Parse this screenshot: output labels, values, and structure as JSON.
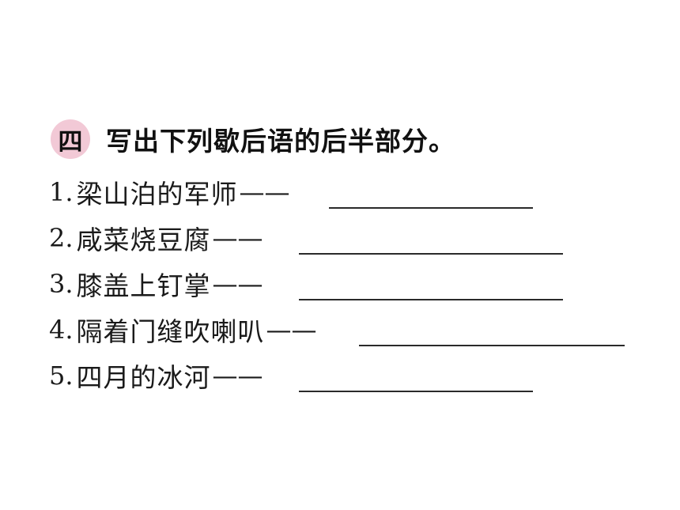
{
  "section": {
    "badge": "四",
    "instruction": "写出下列歇后语的后半部分。"
  },
  "items": [
    {
      "num": "1.",
      "phrase": "梁山泊的军师",
      "dash": "——"
    },
    {
      "num": "2.",
      "phrase": "咸菜烧豆腐",
      "dash": "——"
    },
    {
      "num": "3.",
      "phrase": "膝盖上钉掌",
      "dash": "——"
    },
    {
      "num": "4.",
      "phrase": "隔着门缝吹喇叭",
      "dash": "——"
    },
    {
      "num": "5.",
      "phrase": "四月的冰河",
      "dash": "——"
    }
  ],
  "colors": {
    "badge_background": "#f2c9d6",
    "text": "#1a1a1a"
  }
}
